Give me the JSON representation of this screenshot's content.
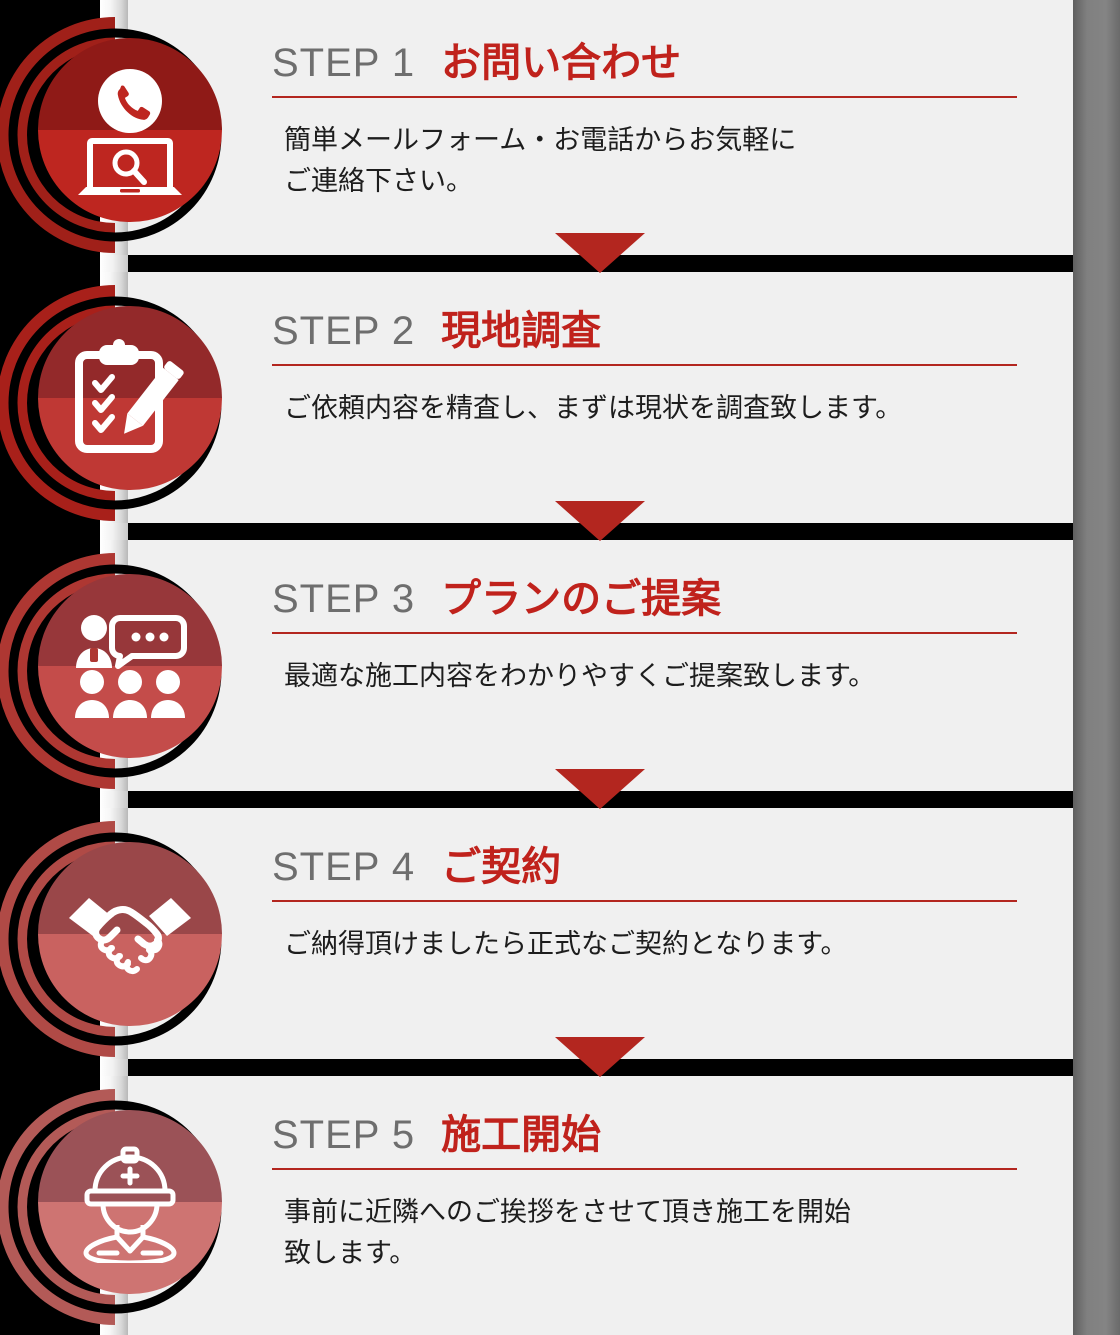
{
  "theme": {
    "panel_bg": "#f0f0f0",
    "divider_color": "#000000",
    "accent_red": "#b3261f",
    "title_red": "#c0221c",
    "step_label_gray": "#6e6e6e",
    "body_text": "#1d1d1d"
  },
  "steps": [
    {
      "label": "STEP 1",
      "title": "お問い合わせ",
      "description": "簡単メールフォーム・お電話からお気軽に\nご連絡下さい。",
      "icon": "phone-and-laptop-search-icon",
      "circle_top_color": "#8f1a17",
      "circle_bottom_color": "#be2620",
      "ring_color": "#a02019"
    },
    {
      "label": "STEP 2",
      "title": "現地調査",
      "description": "ご依頼内容を精査し、まずは現状を調査致します。",
      "icon": "clipboard-checklist-pen-icon",
      "circle_top_color": "#93292a",
      "circle_bottom_color": "#bf3834",
      "ring_color": "#a8201a"
    },
    {
      "label": "STEP 3",
      "title": "プランのご提案",
      "description": "最適な施工内容をわかりやすくご提案致します。",
      "icon": "presentation-audience-icon",
      "circle_top_color": "#97373a",
      "circle_bottom_color": "#c44c4a",
      "ring_color": "#ae3732"
    },
    {
      "label": "STEP 4",
      "title": "ご契約",
      "description": "ご納得頂けましたら正式なご契約となります。",
      "icon": "handshake-icon",
      "circle_top_color": "#9a4749",
      "circle_bottom_color": "#c96260",
      "ring_color": "#b04a46"
    },
    {
      "label": "STEP 5",
      "title": "施工開始",
      "description": "事前に近隣へのご挨拶をさせて頂き施工を開始\n致します。",
      "icon": "construction-worker-icon",
      "circle_top_color": "#9b5257",
      "circle_bottom_color": "#ce7472",
      "ring_color": "#b35a57"
    }
  ],
  "arrows": [
    {
      "name": "arrow-step1-to-step2"
    },
    {
      "name": "arrow-step2-to-step3"
    },
    {
      "name": "arrow-step3-to-step4"
    },
    {
      "name": "arrow-step4-to-step5"
    }
  ]
}
